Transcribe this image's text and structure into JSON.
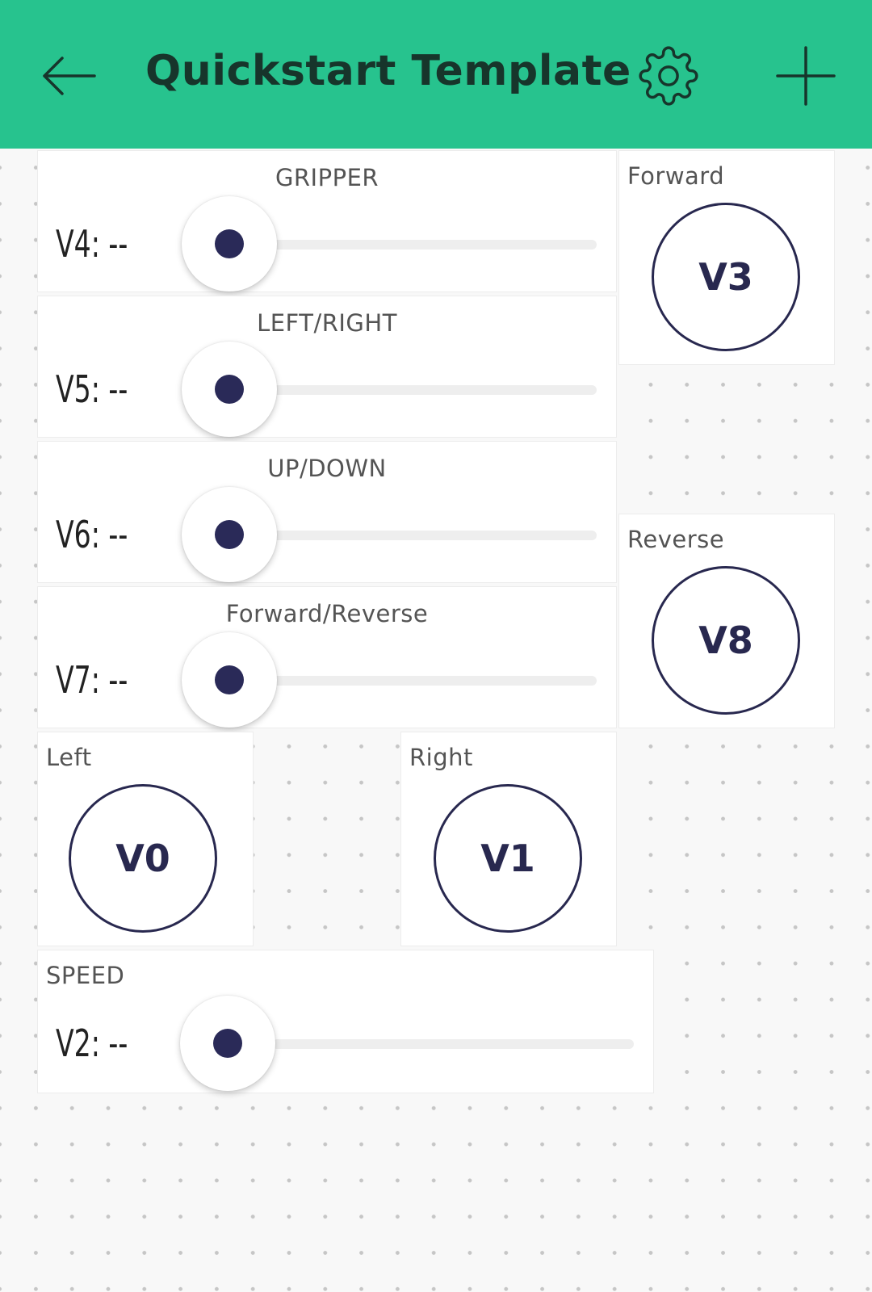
{
  "header": {
    "title": "Quickstart Template",
    "background": "#27c38e",
    "icons": {
      "back": "arrow-left-icon",
      "settings": "gear-icon",
      "add": "plus-icon"
    }
  },
  "sliders": {
    "gripper": {
      "label": "GRIPPER",
      "value": "V4: --"
    },
    "left_right": {
      "label": "LEFT/RIGHT",
      "value": "V5: --"
    },
    "up_down": {
      "label": "UP/DOWN",
      "value": "V6: --"
    },
    "forward_reverse": {
      "label": "Forward/Reverse",
      "value": "V7: --"
    },
    "speed": {
      "label": "SPEED",
      "value": "V2: --"
    }
  },
  "buttons": {
    "forward": {
      "label": "Forward",
      "pin": "V3"
    },
    "reverse": {
      "label": "Reverse",
      "pin": "V8"
    },
    "left": {
      "label": "Left",
      "pin": "V0"
    },
    "right": {
      "label": "Right",
      "pin": "V1"
    }
  },
  "colors": {
    "accent": "#27c38e",
    "control": "#28284f"
  }
}
